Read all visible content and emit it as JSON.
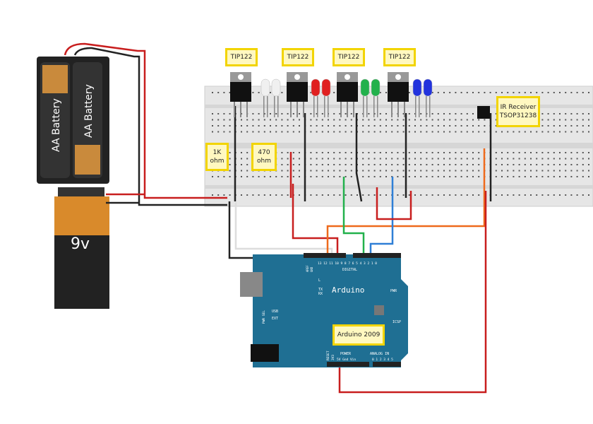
{
  "notes": {
    "tip1": "TIP122",
    "tip2": "TIP122",
    "tip3": "TIP122",
    "tip4": "TIP122",
    "ir_receiver": [
      "IR Receiver",
      "TSOP31238"
    ],
    "res_1k": [
      "1K",
      "ohm"
    ],
    "res_470": [
      "470",
      "ohm"
    ],
    "arduino": "Arduino 2009"
  },
  "batteries": {
    "aa_1": "AA Battery",
    "aa_2": "AA Battery",
    "nine_volt": "9v"
  },
  "arduino_board": {
    "brand": "Arduino",
    "digital": "DIGITAL",
    "power": "POWER",
    "analog_in": "ANALOG IN",
    "analog_pins": "0 1 2 3 4 5",
    "power_pins": "5V Gnd Vin",
    "reset": "RESET",
    "v33": "3V3",
    "icsp": "ICSP",
    "usb": "USB",
    "ext": "EXT",
    "pwr_sel": "PWR SEL",
    "tx": "TX",
    "rx": "RX",
    "l": "L",
    "pwr": "PWR",
    "aref": "AREF",
    "gnd": "GND",
    "digital_pins": "13 12 11 10 9 8   7 6 5 4 3 2 1 0"
  },
  "colors": {
    "board": "#1f6f93",
    "breadboard": "#e4e4e4",
    "note_fill": "#fff8c0",
    "note_border": "#f2d400",
    "wire_red": "#c81e1e",
    "wire_black": "#222222",
    "wire_orange": "#ee6a1c",
    "wire_green": "#22b14c",
    "wire_blue": "#2f7fd6",
    "wire_white": "#dddddd"
  },
  "leds": [
    "white",
    "red",
    "green",
    "blue"
  ]
}
